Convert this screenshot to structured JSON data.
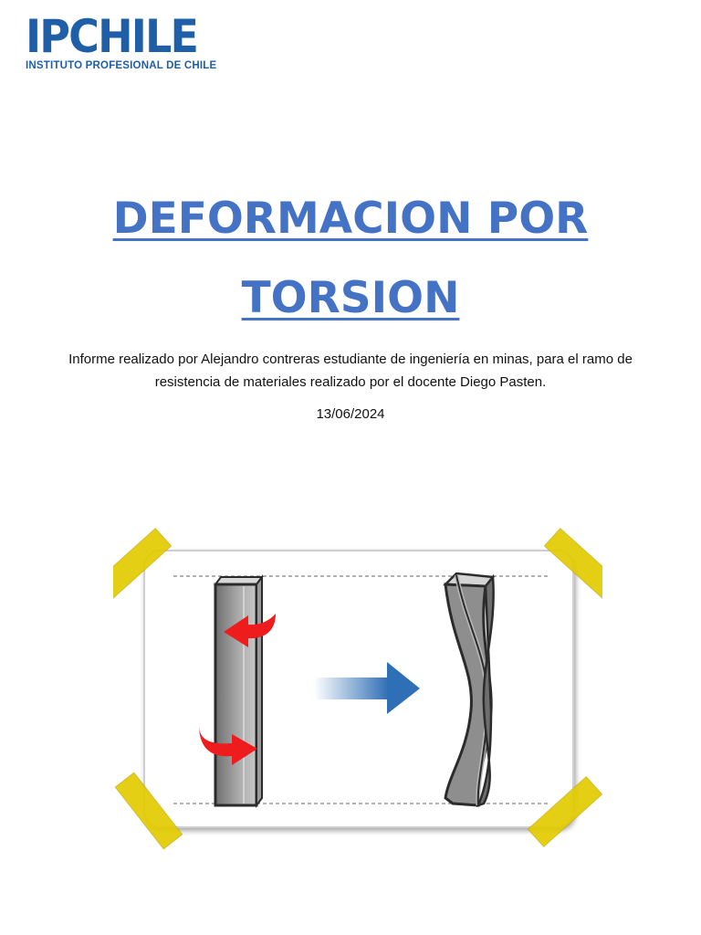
{
  "logo": {
    "main": "IPCHILE",
    "sub": "INSTITUTO PROFESIONAL DE CHILE"
  },
  "title": {
    "line1": "DEFORMACION POR",
    "line2": "TORSION"
  },
  "intro": "Informe realizado por Alejandro contreras estudiante de ingeniería en minas, para el ramo de resistencia de materiales realizado por el docente Diego Pasten.",
  "date": "13/06/2024",
  "figure": {
    "content": "Torsion illustration",
    "colors": {
      "tape": "#e0c800",
      "card_border": "#c8c8c8",
      "bar": "#8a8a8a",
      "bar_dark": "#2b2b2b",
      "arrow_red": "#ee1c1c",
      "arrow_blue": "#2f6fb5"
    }
  }
}
